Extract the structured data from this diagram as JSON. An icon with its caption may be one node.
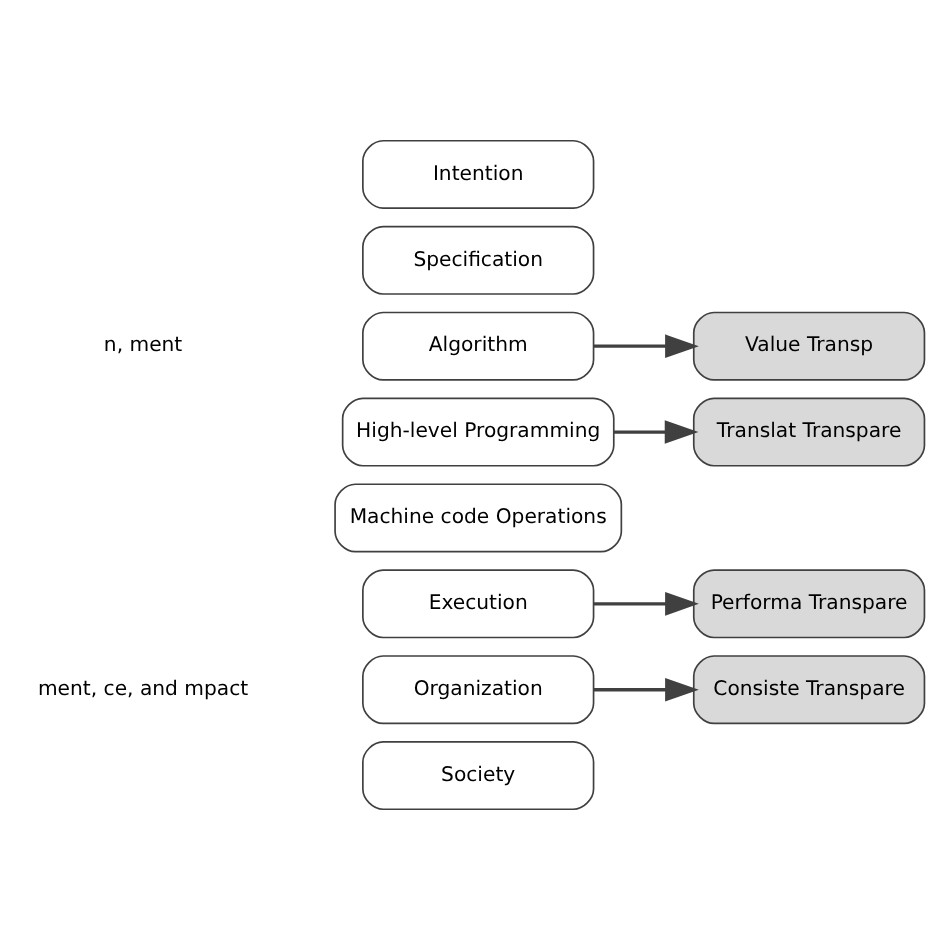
{
  "diagram": {
    "nodes": [
      {
        "text": [
          "Intention"
        ]
      },
      {
        "text": [
          "Specification"
        ]
      },
      {
        "text": [
          "Algorithm"
        ]
      },
      {
        "text": [
          "High-level Programming"
        ]
      },
      {
        "text": [
          "Machine code Operations"
        ]
      },
      {
        "text": [
          "Execution"
        ]
      },
      {
        "text": [
          "Organization"
        ]
      },
      {
        "text": [
          "Society"
        ]
      },
      {
        "text": [
          "Value Transp"
        ]
      },
      {
        "text": [
          "Translat Transpare"
        ]
      },
      {
        "text": [
          "Performa Transpare"
        ]
      },
      {
        "text": [
          "Consiste Transpare"
        ]
      }
    ],
    "edges": [
      {
        "from": 2,
        "to": 8,
        "arrow": "to"
      },
      {
        "from": 3,
        "to": 9,
        "arrow": "to"
      },
      {
        "from": 5,
        "to": 10,
        "arrow": "to"
      },
      {
        "from": 6,
        "to": 11,
        "arrow": "to"
      }
    ],
    "labels": [
      "n, ment",
      "ment, ce, and mpact"
    ]
  }
}
